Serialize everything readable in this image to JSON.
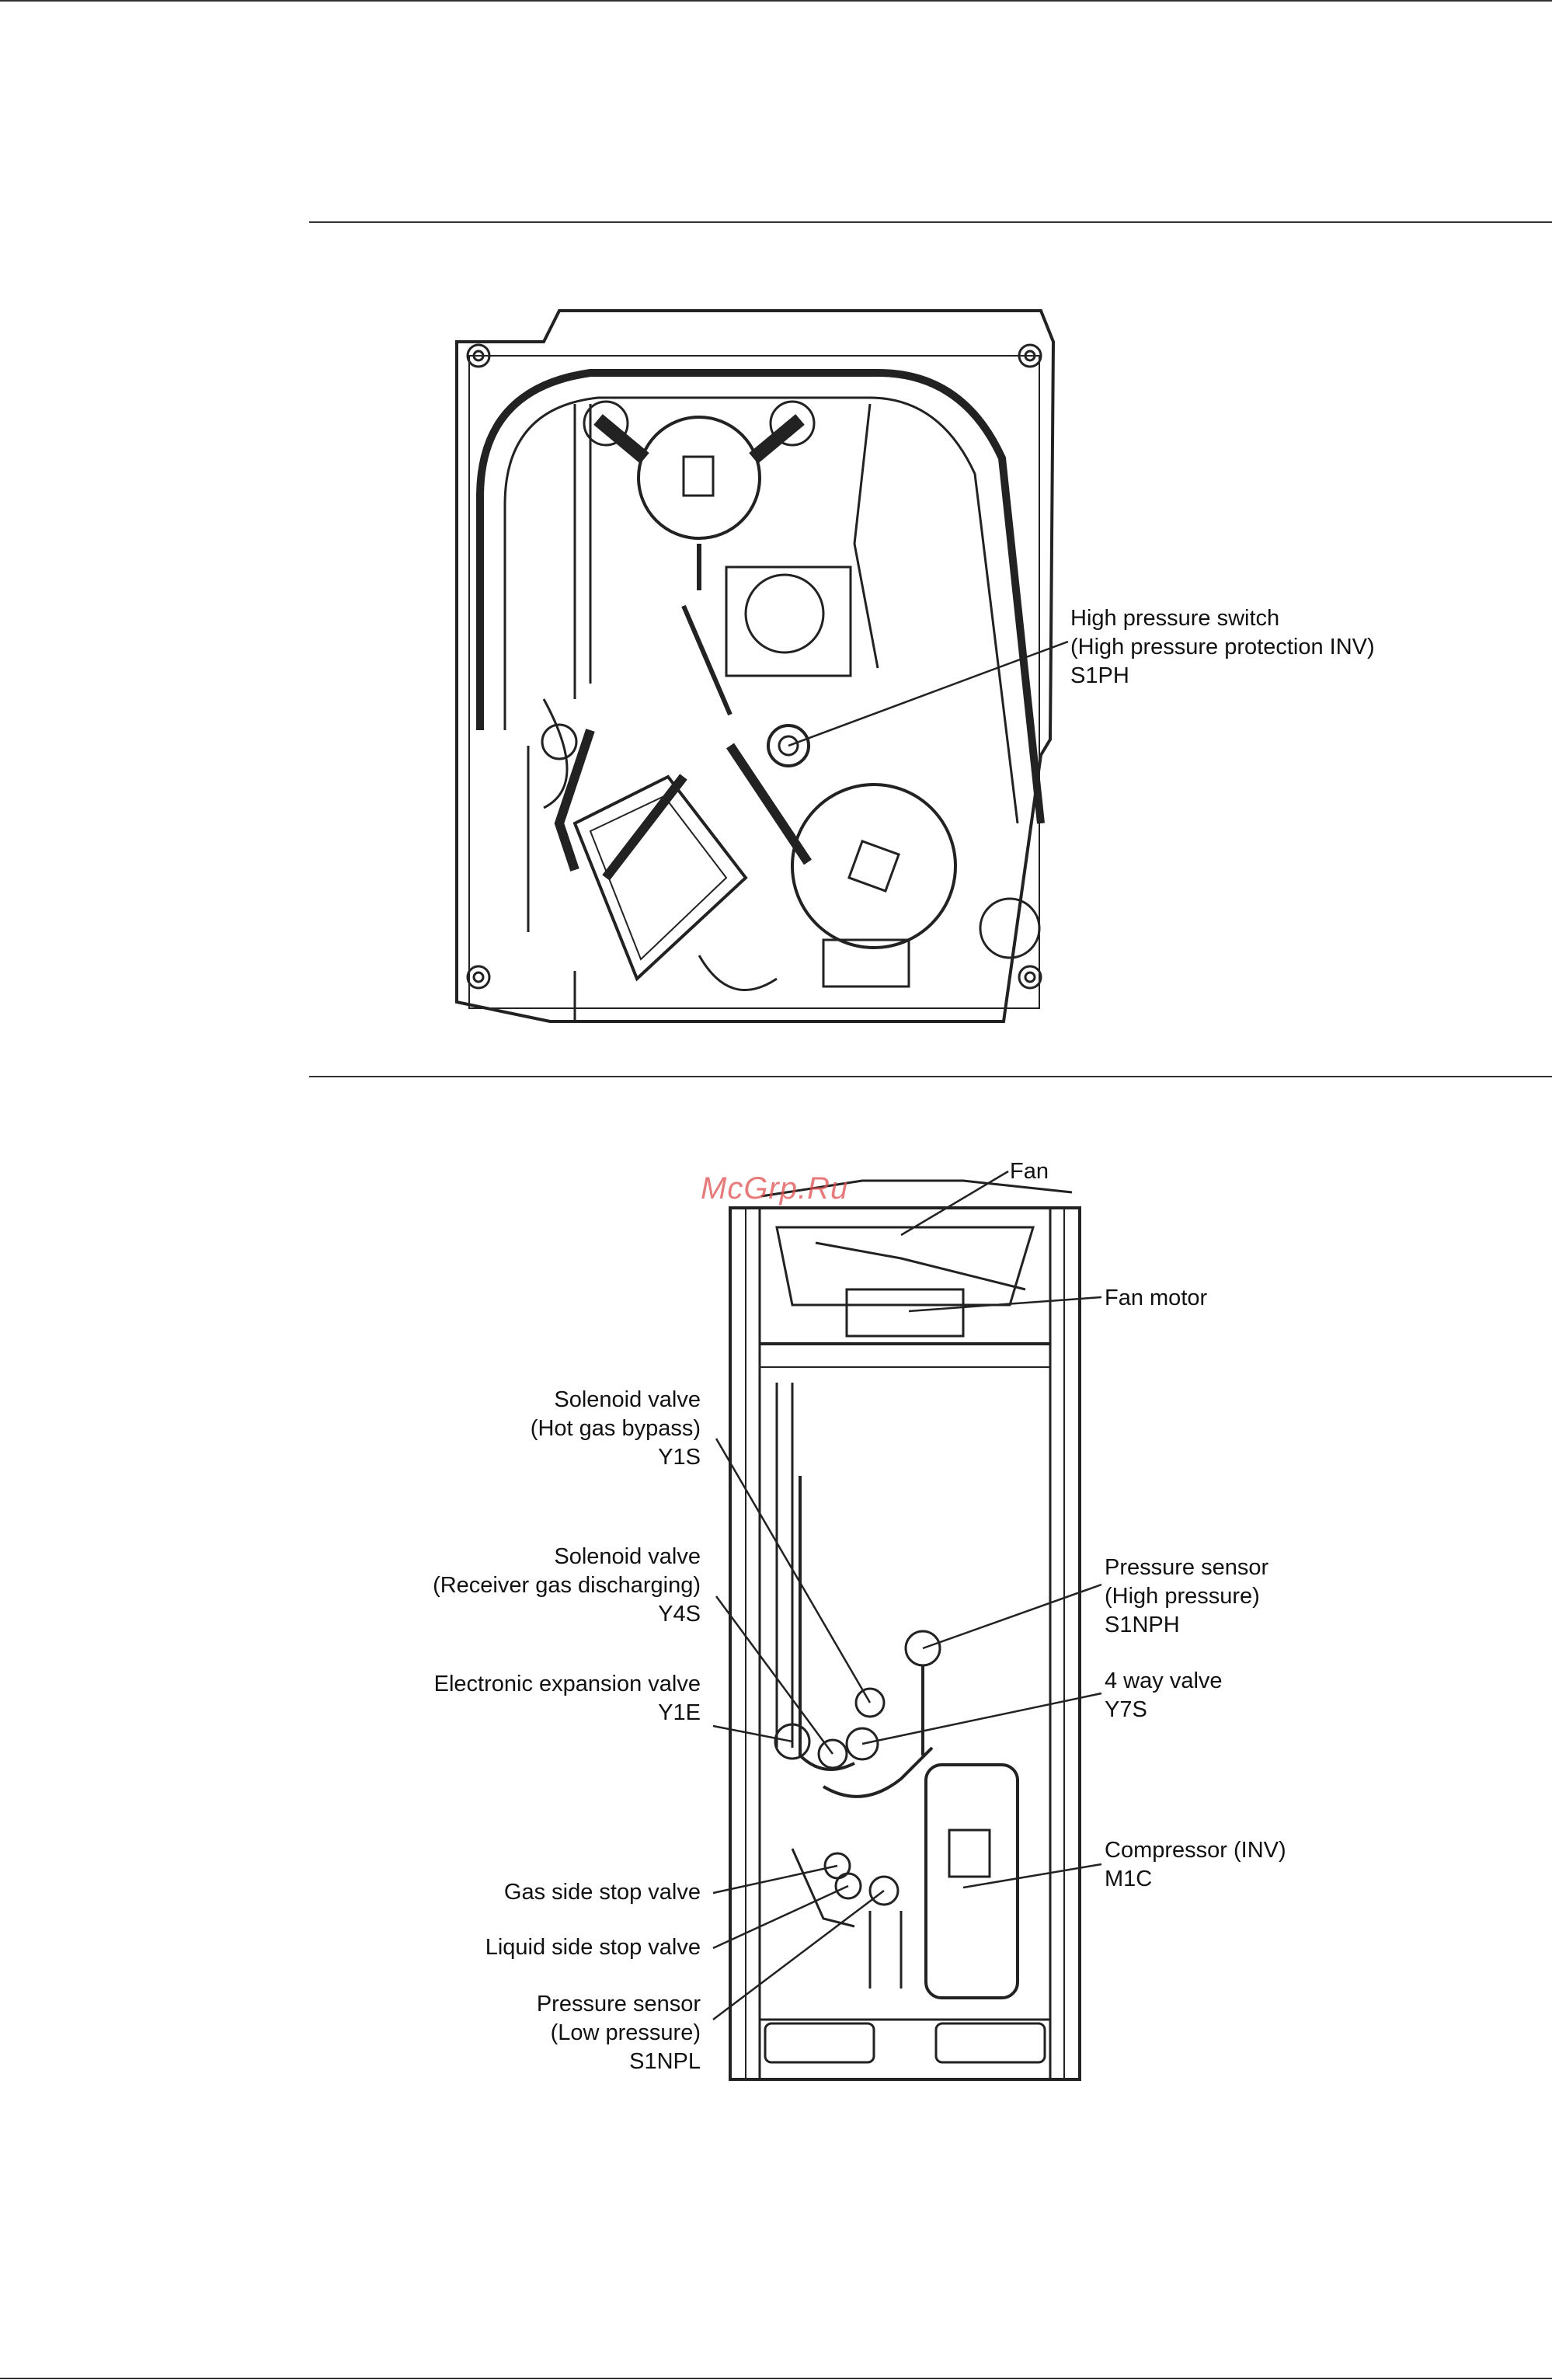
{
  "top_view": {
    "callout": {
      "line1": "High pressure switch",
      "line2": "(High pressure protection INV)",
      "line3": "S1PH"
    }
  },
  "front_view": {
    "labels_right": {
      "fan": "Fan",
      "fan_motor": "Fan motor",
      "pressure_sensor_high": [
        "Pressure sensor",
        "(High pressure)",
        "S1NPH"
      ],
      "four_way_valve": [
        "4 way valve",
        "Y7S"
      ],
      "compressor": [
        "Compressor (INV)",
        "M1C"
      ]
    },
    "labels_left": {
      "solenoid_hot_gas": [
        "Solenoid valve",
        "(Hot gas bypass)",
        "Y1S"
      ],
      "solenoid_receiver": [
        "Solenoid valve",
        "(Receiver gas discharging)",
        "Y4S"
      ],
      "electronic_expansion": [
        "Electronic expansion valve",
        "Y1E"
      ],
      "gas_stop_valve": "Gas side stop valve",
      "liquid_stop_valve": "Liquid side stop valve",
      "pressure_sensor_low": [
        "Pressure sensor",
        "(Low pressure)",
        "S1NPL"
      ]
    }
  },
  "watermark": "McGrp.Ru"
}
